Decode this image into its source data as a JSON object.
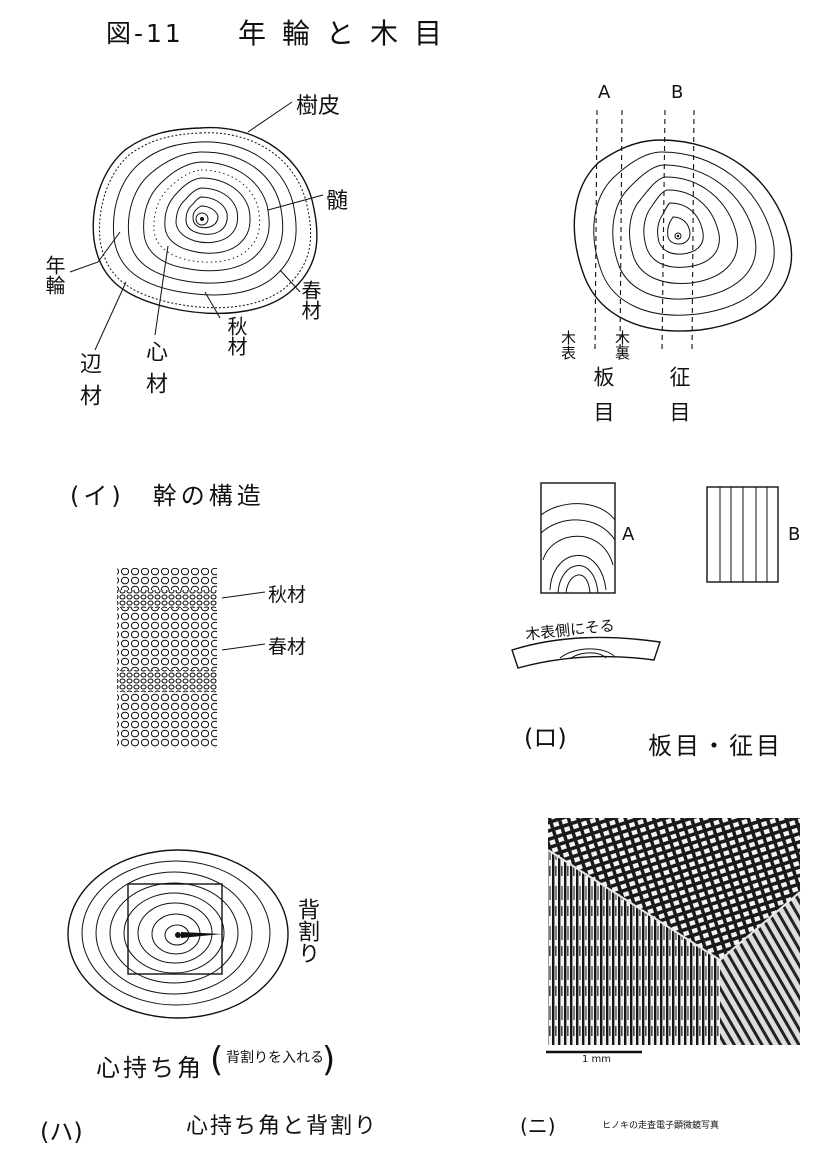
{
  "figure": {
    "number": "図-11",
    "title": "年輪と木目"
  },
  "panel_i": {
    "caption": "(イ)　幹の構造",
    "labels": {
      "bark": "樹皮",
      "pith": "髄",
      "growth_ring": "年輪",
      "spring_wood": "春材",
      "autumn_wood": "秋材",
      "heartwood": "心材",
      "sapwood": "辺材"
    },
    "detail_labels": {
      "autumn_wood": "秋材",
      "spring_wood": "春材"
    }
  },
  "panel_ro": {
    "caption_marker": "(ロ)",
    "caption": "板目・征目",
    "cut_labels": {
      "a": "A",
      "b": "B"
    },
    "face_labels": {
      "outer_face": "木表",
      "inner_face": "木裏",
      "flat_grain": "板目",
      "straight_grain": "征目"
    },
    "board_labels": {
      "a": "A",
      "b": "B"
    },
    "warp_note": "木表側にそる"
  },
  "panel_ha": {
    "caption_marker": "(ハ)",
    "caption": "心持ち角と背割り",
    "back_split_label": "背割り",
    "boxed_heart_label": "心持ち角",
    "boxed_heart_paren": "背割りを入れる"
  },
  "panel_ni": {
    "caption_marker": "(ニ)",
    "caption": "ヒノキの走査電子顕微鏡写真",
    "scale_bar_label": "1 mm"
  }
}
